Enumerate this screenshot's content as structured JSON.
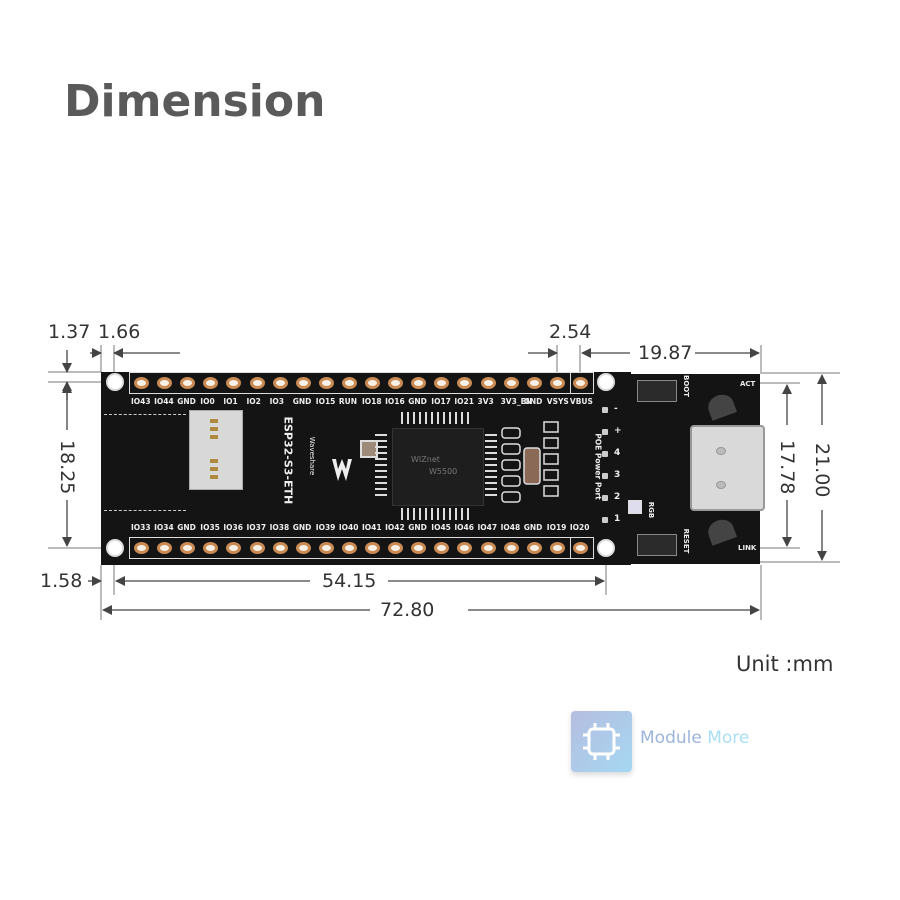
{
  "title": "Dimension",
  "unit_label": "Unit :mm",
  "watermark": {
    "word1": "Module",
    "word2": "More",
    "icon": "chip-icon"
  },
  "dimensions": {
    "hole_offset_top": "1.37",
    "hole_offset_left": "1.66",
    "pin_pitch": "2.54",
    "usb_section_length": "19.87",
    "hole_spacing_vertical": "18.25",
    "usb_height": "17.78",
    "board_width": "21.00",
    "hole_offset_bottom_left": "1.58",
    "hole_spacing_horizontal": "54.15",
    "board_length": "72.80"
  },
  "board": {
    "name": "ESP32-S3-ETH",
    "brand": "Waveshare",
    "ethernet_chip": "W5500",
    "chip_brand": "WIZnet",
    "poe_label": "POE Power Port",
    "boot_label": "BOOT",
    "reset_label": "RESET",
    "act_label": "ACT",
    "link_label": "LINK",
    "rgb_label": "RGB",
    "top_pins": [
      "IO43",
      "IO44",
      "GND",
      "IO0",
      "IO1",
      "IO2",
      "IO3",
      "GND",
      "IO15",
      "RUN",
      "IO18",
      "IO16",
      "GND",
      "IO17",
      "IO21",
      "3V3",
      "3V3_EN",
      "GND",
      "VSYS",
      "VBUS"
    ],
    "bottom_pins": [
      "IO33",
      "IO34",
      "GND",
      "IO35",
      "IO36",
      "IO37",
      "IO38",
      "GND",
      "IO39",
      "IO40",
      "IO41",
      "IO42",
      "GND",
      "IO45",
      "IO46",
      "IO47",
      "IO48",
      "GND",
      "IO19",
      "IO20"
    ],
    "poe_pins": [
      "-",
      "+",
      "4",
      "3",
      "2",
      "1"
    ]
  },
  "colors": {
    "pcb": "#141414",
    "pad_ring": "#c98b53",
    "title": "#5a5a5a",
    "dim_line": "#444444"
  }
}
